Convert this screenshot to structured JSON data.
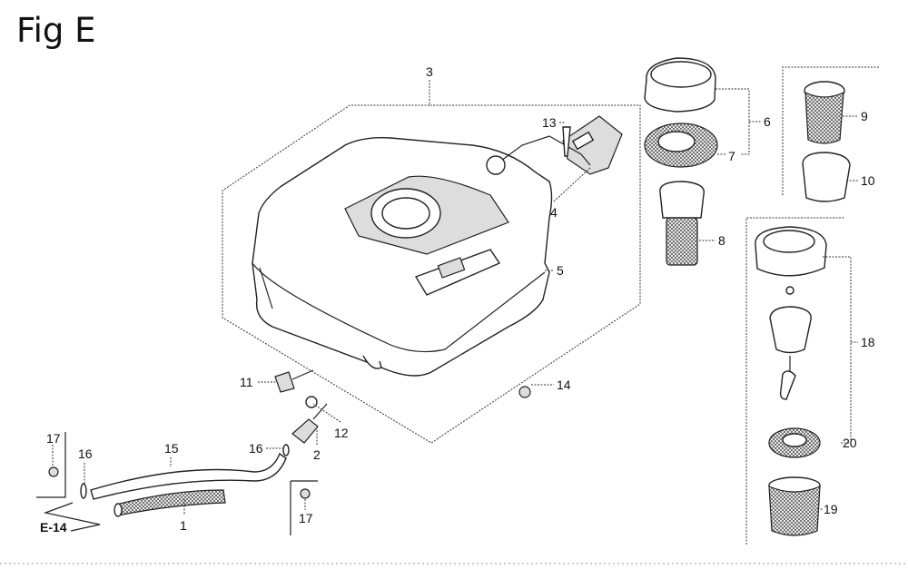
{
  "figure": {
    "title": "Fig E",
    "reference": "E-14"
  },
  "callouts": {
    "c1": "1",
    "c2": "2",
    "c3": "3",
    "c4": "4",
    "c5": "5",
    "c6": "6",
    "c7": "7",
    "c8": "8",
    "c9": "9",
    "c10": "10",
    "c11": "11",
    "c12": "12",
    "c13": "13",
    "c14": "14",
    "c15": "15",
    "c16a": "16",
    "c16b": "16",
    "c17a": "17",
    "c17b": "17",
    "c18": "18",
    "c19": "19",
    "c20": "20"
  }
}
